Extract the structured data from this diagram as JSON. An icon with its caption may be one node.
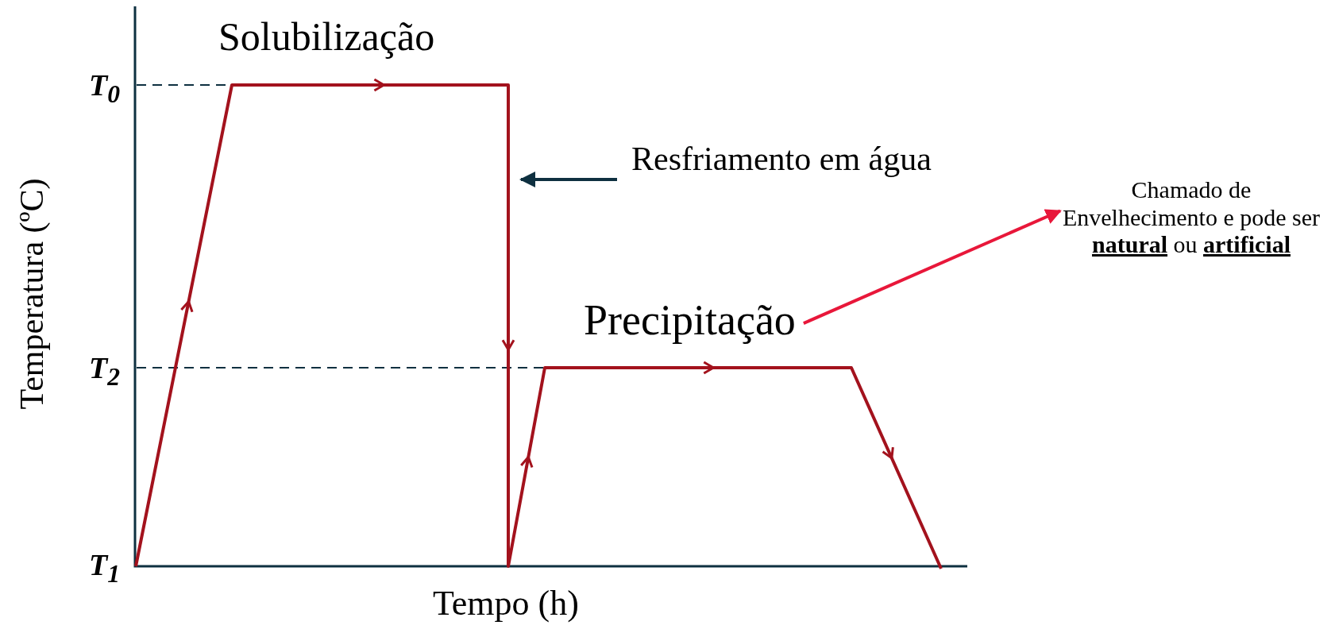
{
  "diagram": {
    "nodes": [
      {
        "text": [
          "Resfriamento em água"
        ]
      },
      {
        "text": [
          "Precipitação"
        ]
      },
      {
        "text": [
          "Chamado de Envelhecimento e pode ser **natural** ou **artificial**"
        ]
      }
    ],
    "edges": [
      {
        "from": 0,
        "to": null,
        "arrow": "to"
      },
      {
        "from": 1,
        "to": 2,
        "arrow": "to",
        "color": "#e8173a"
      }
    ],
    "labels": [
      "Solubilização",
      "T$_{0}$",
      "T$_{2}$",
      "T$_{1}$",
      "Temperatura (ºC)",
      "Tempo (h)"
    ]
  }
}
